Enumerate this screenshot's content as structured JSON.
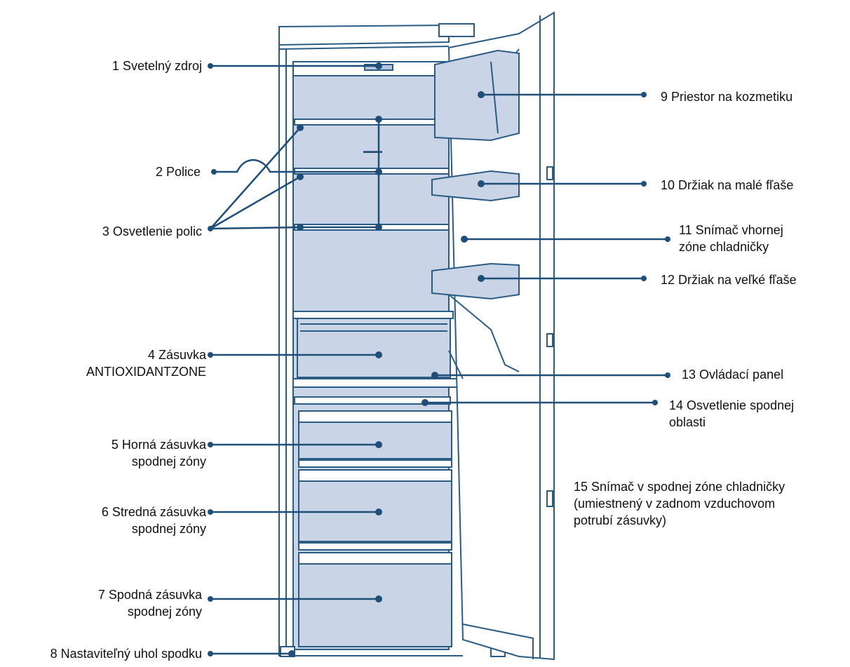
{
  "colors": {
    "line": "#1f4e79",
    "outline": "#2b5c85",
    "fill": "#c9d5e6",
    "fill_dark": "#b4c4dc",
    "text": "#111111"
  },
  "labels": {
    "l1": [
      "1 Svetelný zdroj"
    ],
    "l2": [
      "2 Police"
    ],
    "l3": [
      "3 Osvetlenie polic"
    ],
    "l4": [
      "4 Zásuvka",
      "ANTIOXIDANTZONE"
    ],
    "l5": [
      "5 Horná zásuvka",
      "spodnej zóny"
    ],
    "l6": [
      "6 Stredná zásuvka",
      "spodnej zóny"
    ],
    "l7": [
      "7 Spodná zásuvka",
      "spodnej zóny"
    ],
    "l8": [
      "8 Nastaviteľný uhol spodku"
    ],
    "l9": [
      "9 Priestor na kozmetiku"
    ],
    "l10": [
      "10 Držiak na malé fľaše"
    ],
    "l11": [
      "11 Snímač vhornej",
      "zóne chladničky"
    ],
    "l12": [
      "12 Držiak na veľké fľaše"
    ],
    "l13": [
      "13 Ovládací panel"
    ],
    "l14": [
      "14 Osvetlenie spodnej",
      "oblasti"
    ],
    "l15": [
      "15 Snímač v  spodnej zóne chladničky",
      "(umiestnený v zadnom vzduchovom",
      "potrubí zásuvky)"
    ]
  }
}
